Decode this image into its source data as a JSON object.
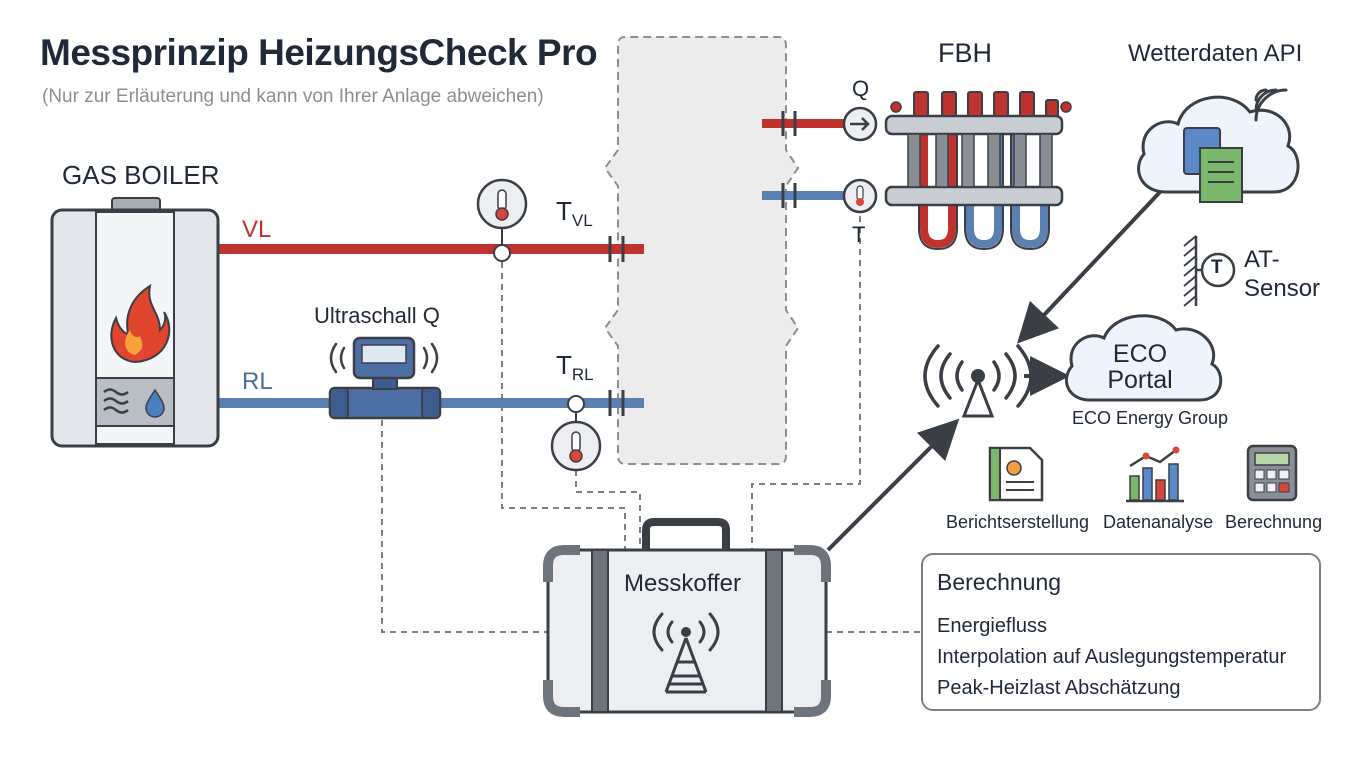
{
  "header": {
    "title": "Messprinzip HeizungsCheck Pro",
    "subtitle": "(Nur zur Erläuterung und kann von Ihrer Anlage abweichen)"
  },
  "boiler": {
    "label": "GAS BOILER"
  },
  "pipes": {
    "supply_label": "VL",
    "return_label": "RL"
  },
  "sensors": {
    "flow_meter_label": "Ultraschall Q",
    "t_supply": "T",
    "t_supply_sub": "VL",
    "t_return": "T",
    "t_return_sub": "RL"
  },
  "fbh": {
    "label": "FBH",
    "q_label": "Q",
    "t_label": "T"
  },
  "weather": {
    "label": "Wetterdaten API"
  },
  "at_sensor": {
    "label_line1": "AT-",
    "label_line2": "Sensor",
    "icon_letter": "T"
  },
  "eco": {
    "line1": "ECO",
    "line2": "Portal",
    "group": "ECO Energy Group"
  },
  "services": [
    {
      "label": "Berichtserstellung"
    },
    {
      "label": "Datenanalyse"
    },
    {
      "label": "Berechnung"
    }
  ],
  "case": {
    "label": "Messkoffer"
  },
  "calc_box": {
    "title": "Berechnung",
    "items": [
      "Energiefluss",
      "Interpolation auf Auslegungstemperatur",
      "Peak-Heizlast Abschätzung"
    ]
  },
  "colors": {
    "supply": "#c0322d",
    "return": "#5b7fb0",
    "dark": "#3a3f46",
    "panel": "#ececec"
  }
}
